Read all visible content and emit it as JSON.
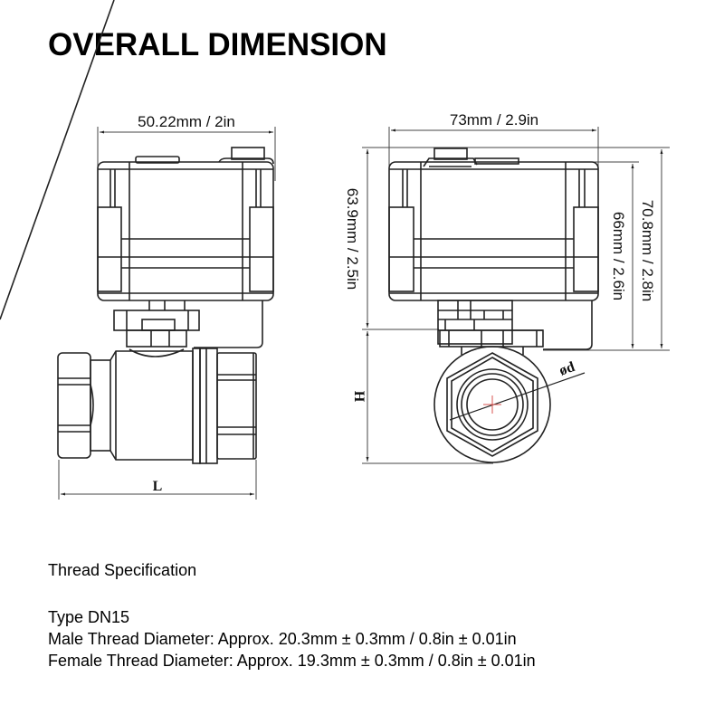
{
  "title": "OVERALL DIMENSION",
  "front_view": {
    "width_dimension": "50.22mm / 2in",
    "length_label": "L"
  },
  "side_view": {
    "width_dimension": "73mm / 2.9in",
    "actuator_height_dimension": "63.9mm / 2.5in",
    "body_height_label": "H",
    "inner_height_dimension": "66mm / 2.6in",
    "overall_height_dimension": "70.8mm / 2.8in",
    "diameter_label": "ød"
  },
  "colors": {
    "line": "#222222",
    "dimension_line": "#444444",
    "center_mark": "#d9534f"
  },
  "thread_spec": {
    "heading": "Thread Specification",
    "type": "Type DN15",
    "male": "Male Thread Diameter: Approx. 20.3mm ± 0.3mm / 0.8in ± 0.01in",
    "female": "Female Thread Diameter: Approx. 19.3mm ± 0.3mm / 0.8in ± 0.01in"
  }
}
